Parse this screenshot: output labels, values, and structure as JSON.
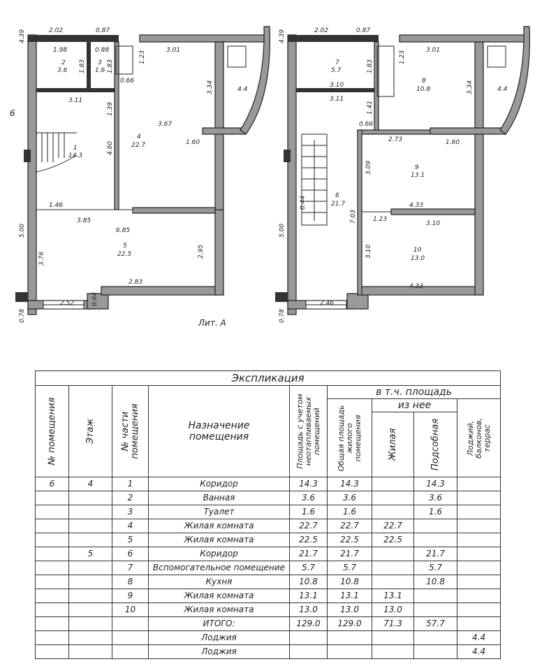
{
  "plan": {
    "left_floor": {
      "top_dims": [
        "2.02",
        "0.87",
        "3.01"
      ],
      "left_dims": [
        "4.39",
        "5.00",
        "3.76",
        "0.78"
      ],
      "inner_dims": [
        "1.98",
        "0.88",
        "1.83",
        "1.83",
        "1.23",
        "0.66",
        "3.34",
        "3.11",
        "1.39",
        "3.67",
        "4.60",
        "1.60",
        "1.46",
        "3.85",
        "6.85",
        "2.95",
        "2.83",
        "0.64",
        "2.52"
      ],
      "rooms": [
        {
          "num": "2",
          "area": "3.6"
        },
        {
          "num": "3",
          "area": "1.6"
        },
        {
          "num": "1",
          "area": "14.3"
        },
        {
          "num": "4",
          "area": "22.7"
        },
        {
          "num": "5",
          "area": "22.5"
        }
      ],
      "loggia_area": "4.4",
      "side_mark": "6"
    },
    "right_floor": {
      "top_dims": [
        "2.02",
        "0.87",
        "3.01"
      ],
      "left_dims": [
        "4.39",
        "5.00",
        "0.78"
      ],
      "inner_dims": [
        "1.83",
        "1.23",
        "3.10",
        "3.11",
        "1.41",
        "0.66",
        "2.73",
        "1.60",
        "3.34",
        "3.09",
        "8.44",
        "7.03",
        "4.33",
        "1.23",
        "3.10",
        "3.10",
        "4.33",
        "2.46"
      ],
      "rooms": [
        {
          "num": "7",
          "area": "5.7"
        },
        {
          "num": "8",
          "area": "10.8"
        },
        {
          "num": "9",
          "area": "13.1"
        },
        {
          "num": "6",
          "area": "21.7"
        },
        {
          "num": "10",
          "area": "13.0"
        }
      ],
      "loggia_area": "4.4"
    },
    "liter": "Лит. А"
  },
  "table": {
    "caption": "Экспликация",
    "headers": {
      "room_no": "№ помещения",
      "floor": "Этаж",
      "part_no": "№ части помещения",
      "purpose": "Назначение помещения",
      "area_incl": "Площадь с учетом неотапливаемых помещений",
      "incl_group": "в т.ч. площадь",
      "total_living": "Общая площадь жилого помещения",
      "of_it": "из нее",
      "living": "Жилая",
      "aux": "Подсобная",
      "loggias": "Лоджий, балконов, террас"
    },
    "rows": [
      [
        "6",
        "4",
        "1",
        "Коридор",
        "14.3",
        "14.3",
        "",
        "14.3",
        ""
      ],
      [
        "",
        "",
        "2",
        "Ванная",
        "3.6",
        "3.6",
        "",
        "3.6",
        ""
      ],
      [
        "",
        "",
        "3",
        "Туалет",
        "1.6",
        "1.6",
        "",
        "1.6",
        ""
      ],
      [
        "",
        "",
        "4",
        "Жилая комната",
        "22.7",
        "22.7",
        "22.7",
        "",
        ""
      ],
      [
        "",
        "",
        "5",
        "Жилая комната",
        "22.5",
        "22.5",
        "22.5",
        "",
        ""
      ],
      [
        "",
        "5",
        "6",
        "Коридор",
        "21.7",
        "21.7",
        "",
        "21.7",
        ""
      ],
      [
        "",
        "",
        "7",
        "Вспомогательное помещение",
        "5.7",
        "5.7",
        "",
        "5.7",
        ""
      ],
      [
        "",
        "",
        "8",
        "Кухня",
        "10.8",
        "10.8",
        "",
        "10.8",
        ""
      ],
      [
        "",
        "",
        "9",
        "Жилая комната",
        "13.1",
        "13.1",
        "13.1",
        "",
        ""
      ],
      [
        "",
        "",
        "10",
        "Жилая комната",
        "13.0",
        "13.0",
        "13.0",
        "",
        ""
      ],
      [
        "",
        "",
        "",
        "ИТОГО:",
        "129.0",
        "129.0",
        "71.3",
        "57.7",
        ""
      ],
      [
        "",
        "",
        "",
        "Лоджия",
        "",
        "",
        "",
        "",
        "4.4"
      ],
      [
        "",
        "",
        "",
        "Лоджия",
        "",
        "",
        "",
        "",
        "4.4"
      ]
    ]
  }
}
